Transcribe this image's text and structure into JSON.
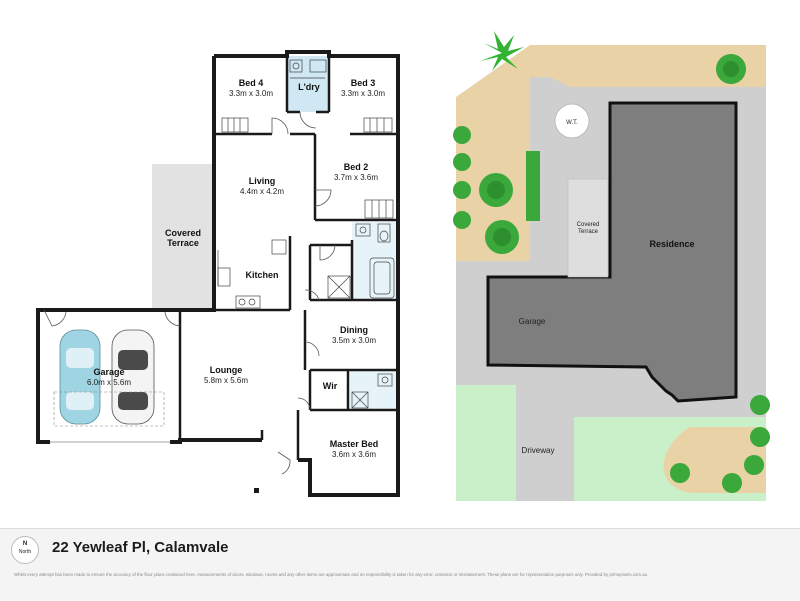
{
  "floorplan": {
    "rooms": {
      "bed4": {
        "name": "Bed 4",
        "dims": "3.3m x 3.0m"
      },
      "laundry": {
        "name": "L'dry"
      },
      "bed3": {
        "name": "Bed 3",
        "dims": "3.3m x 3.0m"
      },
      "living": {
        "name": "Living",
        "dims": "4.4m x 4.2m"
      },
      "bed2": {
        "name": "Bed 2",
        "dims": "3.7m x 3.6m"
      },
      "covered_terrace": {
        "name_line1": "Covered",
        "name_line2": "Terrace"
      },
      "kitchen": {
        "name": "Kitchen"
      },
      "dining": {
        "name": "Dining",
        "dims": "3.5m x 3.0m"
      },
      "garage": {
        "name": "Garage",
        "dims": "6.0m x 5.6m"
      },
      "lounge": {
        "name": "Lounge",
        "dims": "5.8m x 5.6m"
      },
      "wir": {
        "name": "Wir"
      },
      "master_bed": {
        "name": "Master Bed",
        "dims": "3.6m x 3.6m"
      }
    }
  },
  "siteplan": {
    "residence": "Residence",
    "garage": "Garage",
    "covered_terrace_line1": "Covered",
    "covered_terrace_line2": "Terrace",
    "water_tank": "W.T.",
    "driveway": "Driveway"
  },
  "footer": {
    "compass_n": "N",
    "compass_label": "North",
    "address": "22 Yewleaf Pl, Calamvale",
    "disclaimer": "Whilst every attempt has been made to ensure the accuracy of the floor plans contained here, measurements of doors, windows, rooms and any other items are approximate and no responsibility is taken for any error, omission or misstatement. These plans are for representation purposes only. Provided by primepixels.com.au"
  },
  "colors": {
    "wall": "#1a1a1a",
    "terrace": "#e2e2e2",
    "laundry_blue": "#cfe8f3",
    "site_building": "#7e7e7e",
    "site_paving": "#cfcfcf",
    "site_sand": "#e8d2a6",
    "site_grass": "#c9f0c9",
    "plant_green": "#3aa83a"
  }
}
